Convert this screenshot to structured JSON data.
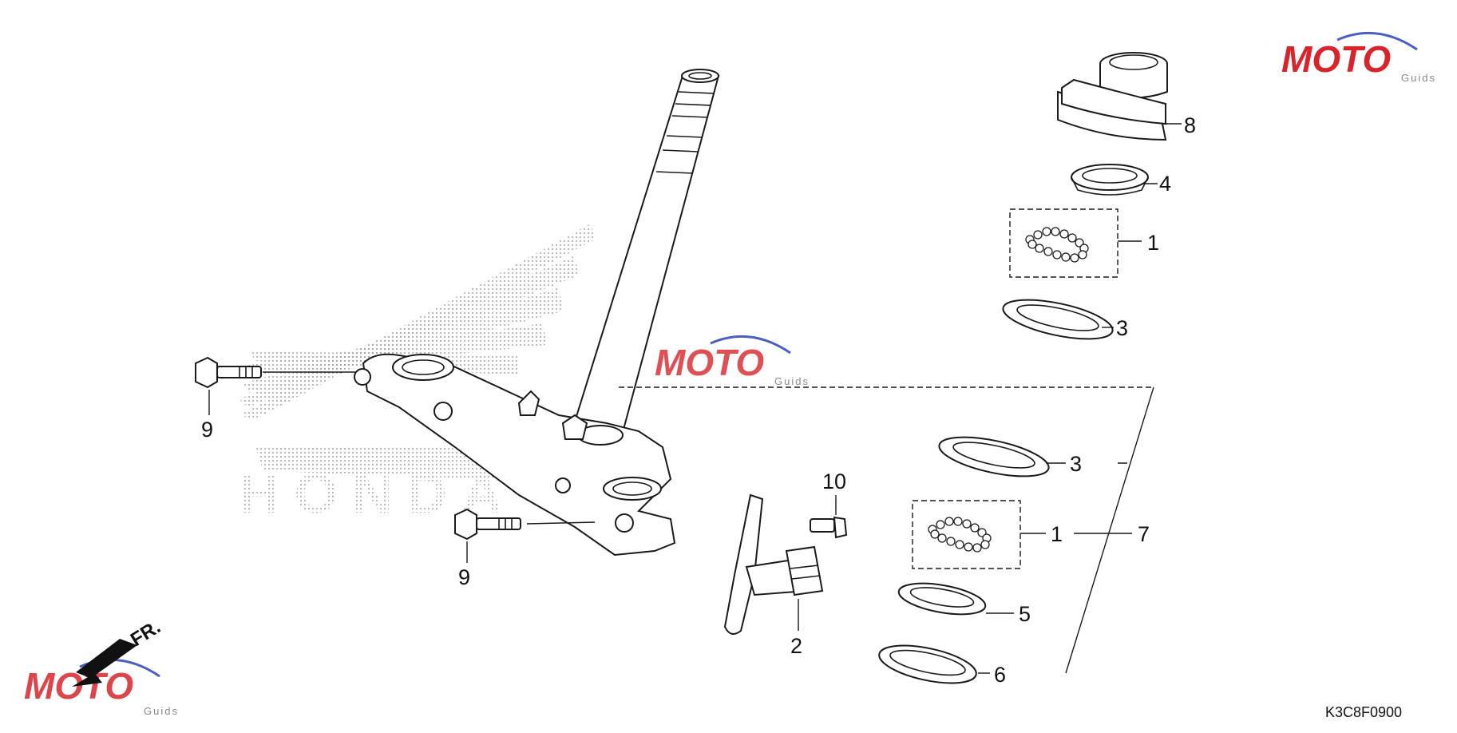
{
  "diagram": {
    "callouts": [
      "1",
      "2",
      "3",
      "4",
      "5",
      "6",
      "7",
      "8",
      "9",
      "10"
    ],
    "reference_code": "K3C8F0900",
    "front_indicator": "FR.",
    "background_logo_text": "HONDA",
    "watermark": {
      "brand": "MOTO",
      "sub": "Guids",
      "colors": {
        "red": "#d8252b",
        "gray": "#8a8a8a",
        "blue": "#4a5fc1"
      }
    }
  }
}
